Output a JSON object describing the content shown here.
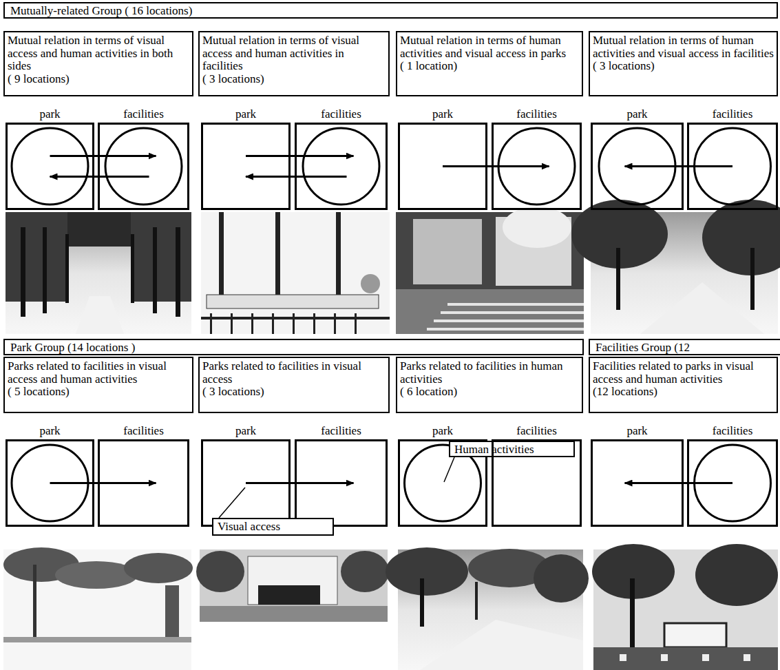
{
  "diagram": {
    "nodes": [
      {
        "text": [
          "Mutually-related Group ( 16 locations)"
        ]
      },
      {
        "text": [
          "Mutual relation in terms of visual access and human activities in both sides",
          "( 9 locations)"
        ]
      },
      {
        "text": [
          "Mutual relation in terms of visual access and human activities in facilities",
          "( 3 locations)"
        ]
      },
      {
        "text": [
          "Mutual relation in terms of human activities and visual access in parks",
          "( 1 location)"
        ]
      },
      {
        "text": [
          "Mutual relation in terms of human activities and visual access in facilities",
          "( 3 locations)"
        ]
      },
      {
        "text": [
          "park"
        ]
      },
      {
        "text": [
          "facilities"
        ]
      },
      {
        "text": [
          "park"
        ]
      },
      {
        "text": [
          "facilities"
        ]
      },
      {
        "text": [
          "park"
        ]
      },
      {
        "text": [
          "facilities"
        ]
      },
      {
        "text": [
          "park"
        ]
      },
      {
        "text": [
          "facilities"
        ]
      },
      {
        "text": [
          "Park Group (14 locations )"
        ]
      },
      {
        "text": [
          "Facilities Group (12"
        ]
      },
      {
        "text": [
          "Parks related to facilities in visual access and human activities",
          "( 5 locations)"
        ]
      },
      {
        "text": [
          "Parks related to facilities in visual access",
          "( 3 locations)"
        ]
      },
      {
        "text": [
          "Parks related to facilities in human activities",
          "( 6 location)"
        ]
      },
      {
        "text": [
          "Facilities related to parks in visual access and human activities",
          "(12 locations)"
        ]
      },
      {
        "text": [
          "park"
        ]
      },
      {
        "text": [
          "facilities"
        ]
      },
      {
        "text": [
          "park"
        ]
      },
      {
        "text": [
          "facilities"
        ]
      },
      {
        "text": [
          "Visual access"
        ]
      },
      {
        "text": [
          "park"
        ]
      },
      {
        "text": [
          "facilities"
        ]
      },
      {
        "text": [
          "Human activities"
        ],
        "in": 24
      },
      {
        "text": [
          "park"
        ]
      },
      {
        "text": [
          "facilities"
        ]
      }
    ],
    "edges": [
      {
        "from": 5,
        "to": 6,
        "arrow": "to"
      },
      {
        "from": 6,
        "to": 5,
        "arrow": "to"
      },
      {
        "from": 7,
        "to": 8,
        "arrow": "to"
      },
      {
        "from": 8,
        "to": 7,
        "arrow": "to"
      },
      {
        "from": 9,
        "to": 10,
        "arrow": "to"
      },
      {
        "from": 12,
        "to": 11,
        "arrow": "to"
      },
      {
        "from": 19,
        "to": 20,
        "arrow": "to"
      },
      {
        "from": 21,
        "to": 22,
        "arrow": "to"
      },
      {
        "from": 28,
        "to": 27,
        "arrow": "to"
      }
    ]
  }
}
